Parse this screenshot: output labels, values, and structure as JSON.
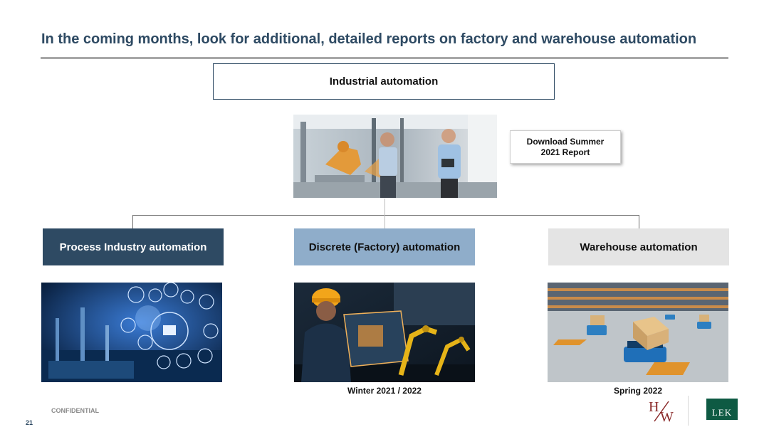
{
  "title": "In the coming months, look for additional, detailed reports on factory and warehouse automation",
  "top_box": {
    "label": "Industrial automation"
  },
  "download": {
    "label_line1": "Download Summer",
    "label_line2": "2021 Report"
  },
  "categories": [
    {
      "label": "Process Industry automation",
      "color": "#2e4a63"
    },
    {
      "label": "Discrete (Factory) automation",
      "color": "#8fadca"
    },
    {
      "label": "Warehouse automation",
      "color": "#e4e4e4"
    }
  ],
  "captions": {
    "discrete": "Winter 2021 / 2022",
    "warehouse": "Spring 2022"
  },
  "footer": {
    "confidential": "CONFIDENTIAL",
    "page_number": "21"
  },
  "logos": {
    "hw": "H/W",
    "lek": "LEK"
  }
}
